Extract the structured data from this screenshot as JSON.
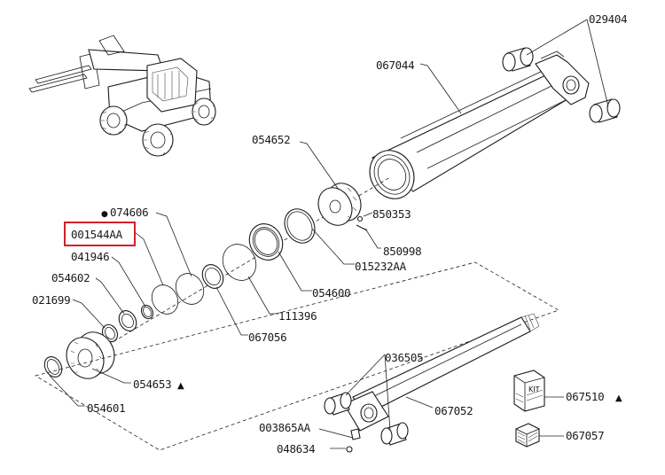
{
  "labels": {
    "p029404": "029404",
    "p067044": "067044",
    "p054652": "054652",
    "p074606": "074606",
    "p001544AA": "001544AA",
    "p850353": "850353",
    "p850998": "850998",
    "p041946": "041946",
    "p015232AA": "015232AA",
    "p054602": "054602",
    "p054600": "054600",
    "p021699": "021699",
    "p111396": "111396",
    "p067056": "067056",
    "p036505": "036505",
    "p054653": "054653",
    "p054601": "054601",
    "p067510": "067510",
    "p067052": "067052",
    "p003865AA": "003865AA",
    "p067057": "067057",
    "p048634": "048634",
    "kit_box": "KIT"
  },
  "symbols": {
    "dot": "●",
    "triangle": "▲"
  },
  "highlight": {
    "color": "#d0212a",
    "part": "001544AA"
  }
}
